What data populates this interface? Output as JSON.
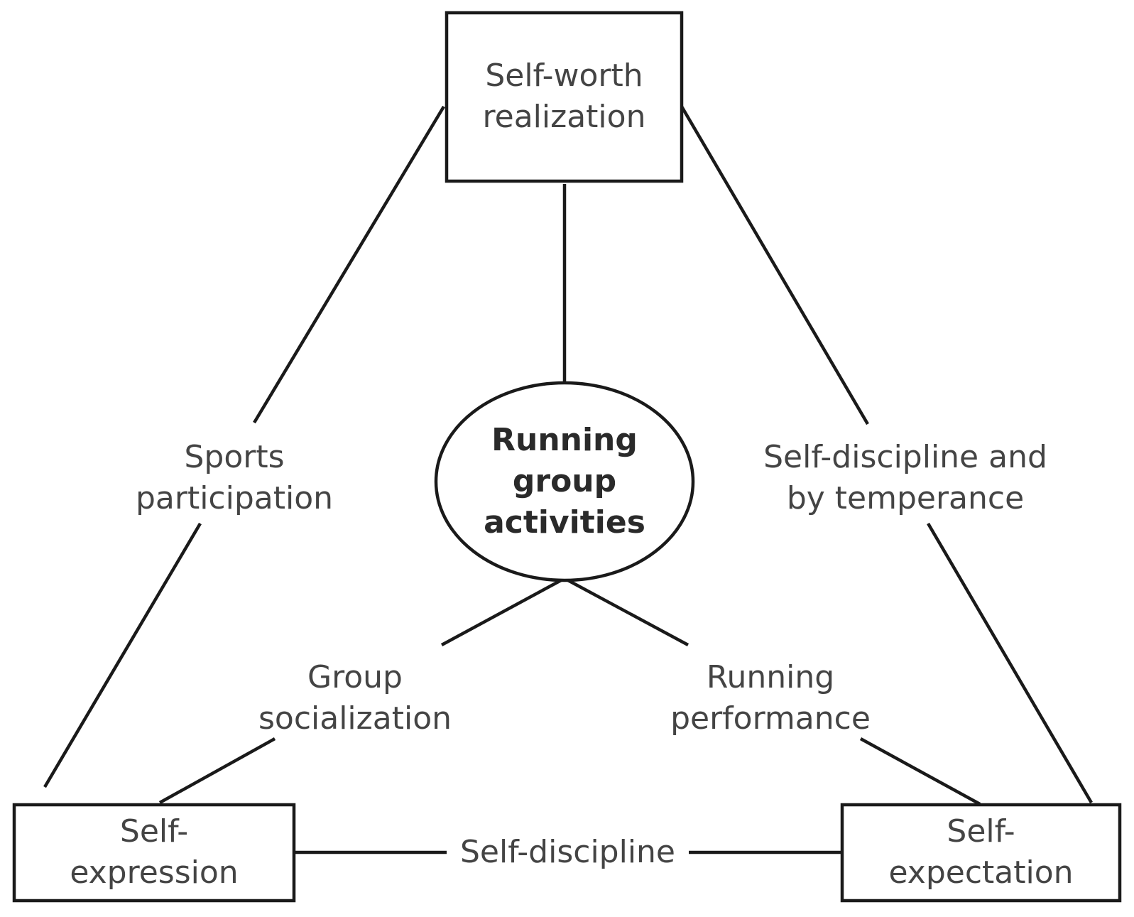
{
  "nodes": {
    "top": {
      "line1": "Self-worth",
      "line2": "realization"
    },
    "center": {
      "line1": "Running",
      "line2": "group",
      "line3": "activities"
    },
    "left": {
      "line1": "Self-",
      "line2": "expression"
    },
    "right": {
      "line1": "Self-",
      "line2": "expectation"
    }
  },
  "edges": {
    "left_side": {
      "line1": "Sports",
      "line2": "participation"
    },
    "right_side": {
      "line1": "Self-discipline and",
      "line2": "by temperance"
    },
    "center_left": {
      "line1": "Group",
      "line2": "socialization"
    },
    "center_right": {
      "line1": "Running",
      "line2": "performance"
    },
    "bottom": {
      "line1": "Self-discipline"
    }
  }
}
